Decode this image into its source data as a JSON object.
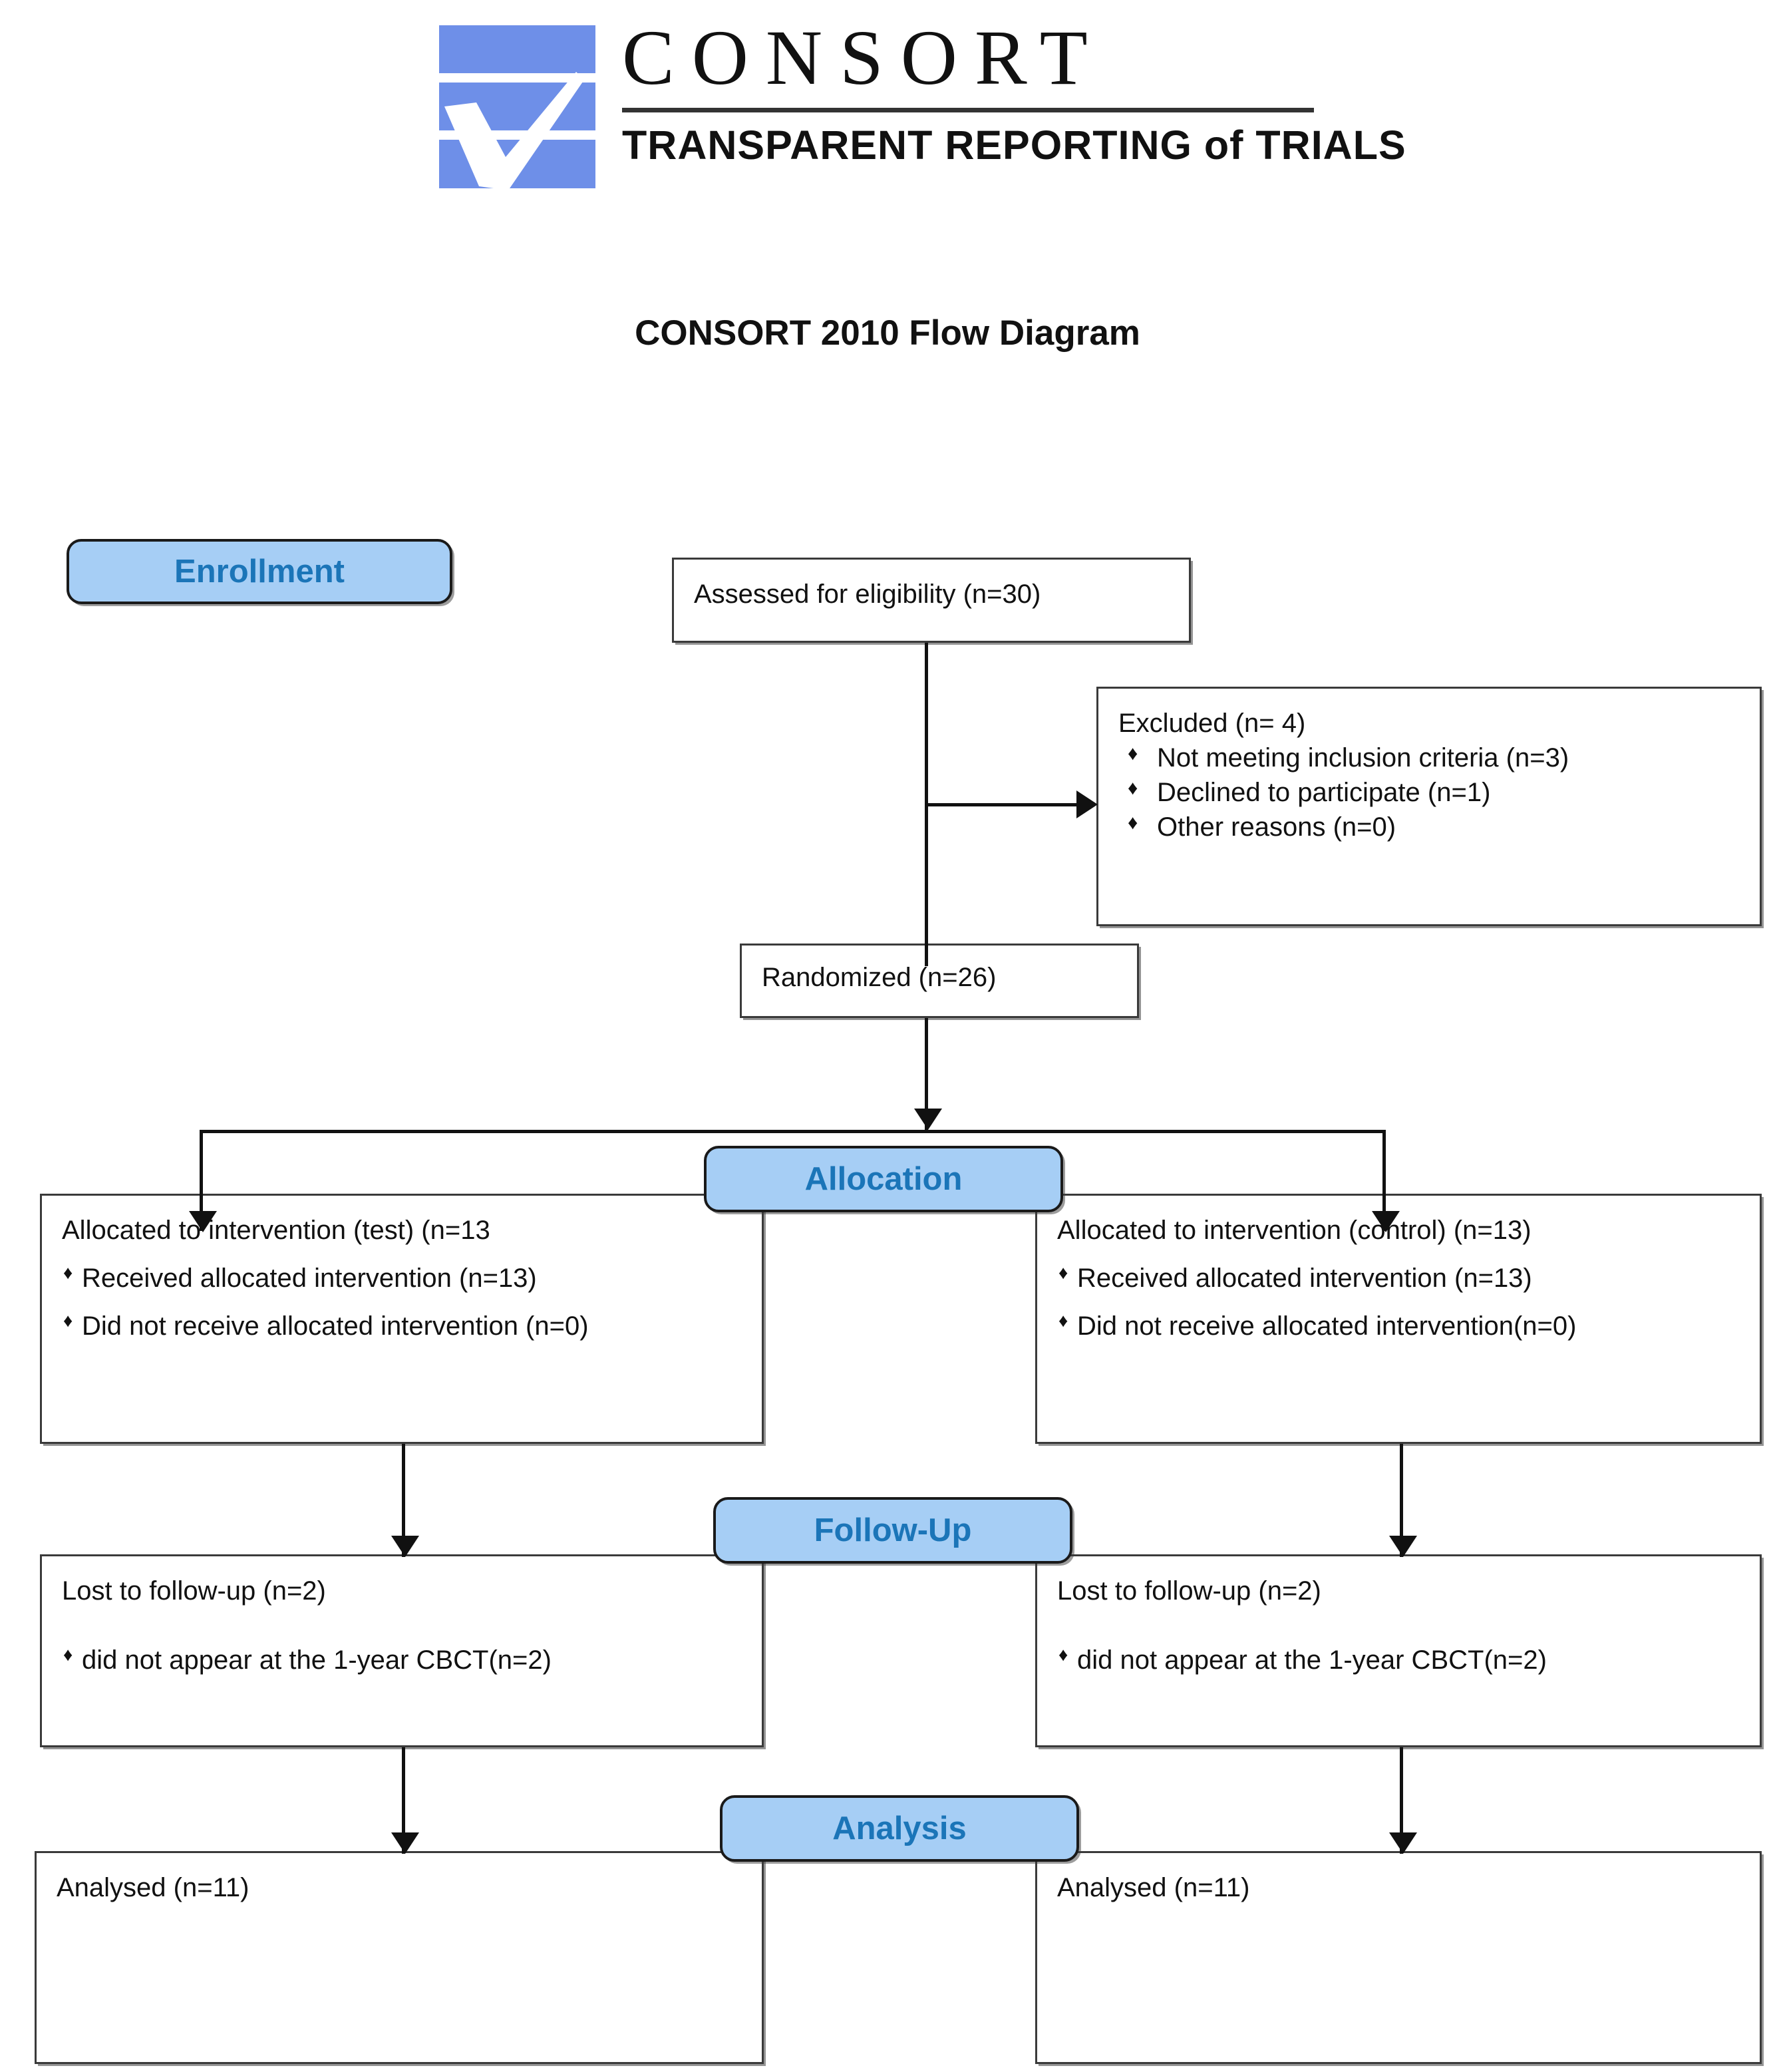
{
  "logo": {
    "wordmark": "CONSORT",
    "tagline": "TRANSPARENT REPORTING of TRIALS",
    "mark_color": "#6E8FE8"
  },
  "title": "CONSORT 2010 Flow Diagram",
  "stages": {
    "enrollment": "Enrollment",
    "allocation": "Allocation",
    "followup": "Follow-Up",
    "analysis": "Analysis",
    "badge_fill": "#A6CEF5",
    "badge_text_color": "#1B75B8"
  },
  "nodes": {
    "assessed": {
      "text": "Assessed for eligibility (n=30)"
    },
    "excluded": {
      "heading": "Excluded (n= 4)",
      "items": [
        "Not meeting inclusion criteria (n=3)",
        "Declined to participate (n=1)",
        "Other reasons (n=0)"
      ]
    },
    "randomized": {
      "text": "Randomized (n=26)"
    },
    "allocated_left": {
      "heading": "Allocated to intervention (test) (n=13",
      "items": [
        "Received allocated intervention (n=13)",
        "Did not receive allocated intervention (n=0)"
      ]
    },
    "allocated_right": {
      "heading": "Allocated to intervention (control) (n=13)",
      "items": [
        "Received allocated intervention (n=13)",
        "Did not receive allocated intervention(n=0)"
      ]
    },
    "followup_left": {
      "heading": "Lost to follow-up (n=2)",
      "items": [
        "did not appear at the 1-year CBCT(n=2)"
      ]
    },
    "followup_right": {
      "heading": "Lost to follow-up (n=2)",
      "items": [
        "did not appear at the 1-year CBCT(n=2)"
      ]
    },
    "analysed_left": {
      "text": "Analysed (n=11)"
    },
    "analysed_right": {
      "text": "Analysed (n=11)"
    }
  }
}
